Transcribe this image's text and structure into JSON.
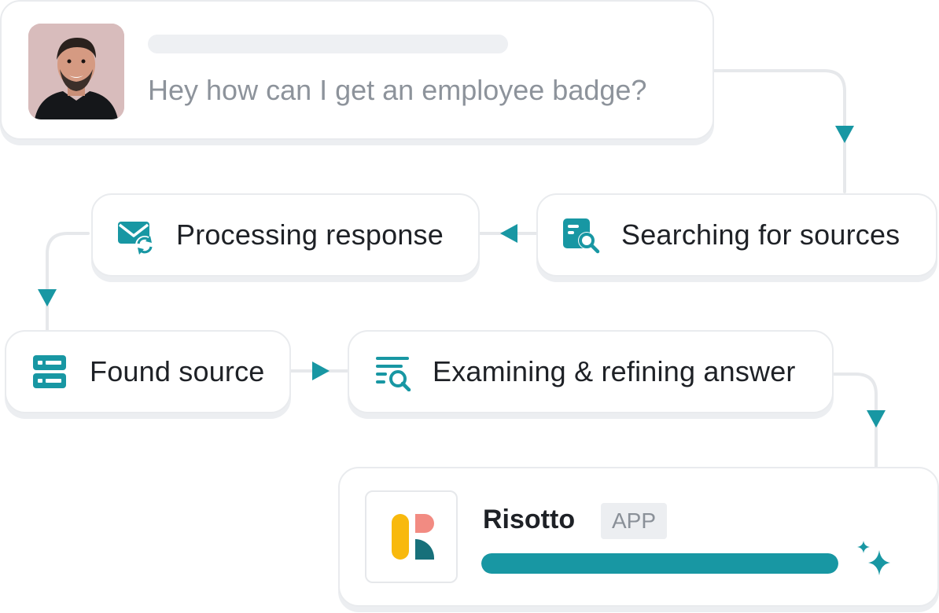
{
  "question_card": {
    "message": "Hey how can I get an employee badge?"
  },
  "steps": {
    "searching": "Searching for sources",
    "processing": "Processing response",
    "found": "Found source",
    "examining": "Examining & refining answer"
  },
  "app_card": {
    "name": "Risotto",
    "badge": "APP",
    "progress_fraction": 1.0
  },
  "colors": {
    "accent": "#1897a3",
    "connector": "#e6e8eb",
    "text": "#1e2126",
    "muted_text": "#8d939b",
    "logo_yellow": "#f8b90d",
    "logo_coral": "#f28b82",
    "logo_teal": "#17707a"
  },
  "icons": {
    "avatar": "user-avatar-photo",
    "searching": "document-search-icon",
    "processing": "envelope-refresh-icon",
    "found": "database-server-icon",
    "examining": "list-search-icon",
    "app": "risotto-logo",
    "sparkle": "sparkles-icon"
  }
}
